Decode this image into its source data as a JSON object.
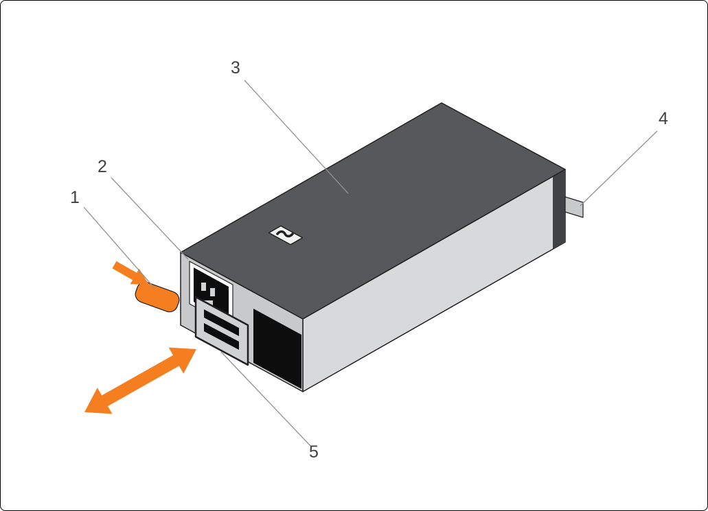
{
  "diagram": {
    "type": "technical-illustration",
    "subject": "power-supply-unit",
    "callouts": [
      {
        "number": "1",
        "target": "release-latch"
      },
      {
        "number": "2",
        "target": "psu-cable-connector"
      },
      {
        "number": "3",
        "target": "psu-body"
      },
      {
        "number": "4",
        "target": "rear-power-connector"
      },
      {
        "number": "5",
        "target": "psu-handle"
      }
    ],
    "colors": {
      "orange": "#F57E20",
      "body_top": "#57585C",
      "body_front": "#C7C9CB",
      "body_side": "#D8D9DB",
      "end_dark": "#404245",
      "detail_dark": "#0D0D0D",
      "bezel_white": "#FFFFFF",
      "handle_gray": "#CFD1D3",
      "connector_gray": "#C7C9CB",
      "pin_gray": "#D1D3D4",
      "led_face": "#F1F2F2",
      "outline": "#231F20",
      "leader_line": "#8F9194",
      "label_text": "#3F4142",
      "background": "#FFFFFF",
      "border": "#000000"
    }
  }
}
